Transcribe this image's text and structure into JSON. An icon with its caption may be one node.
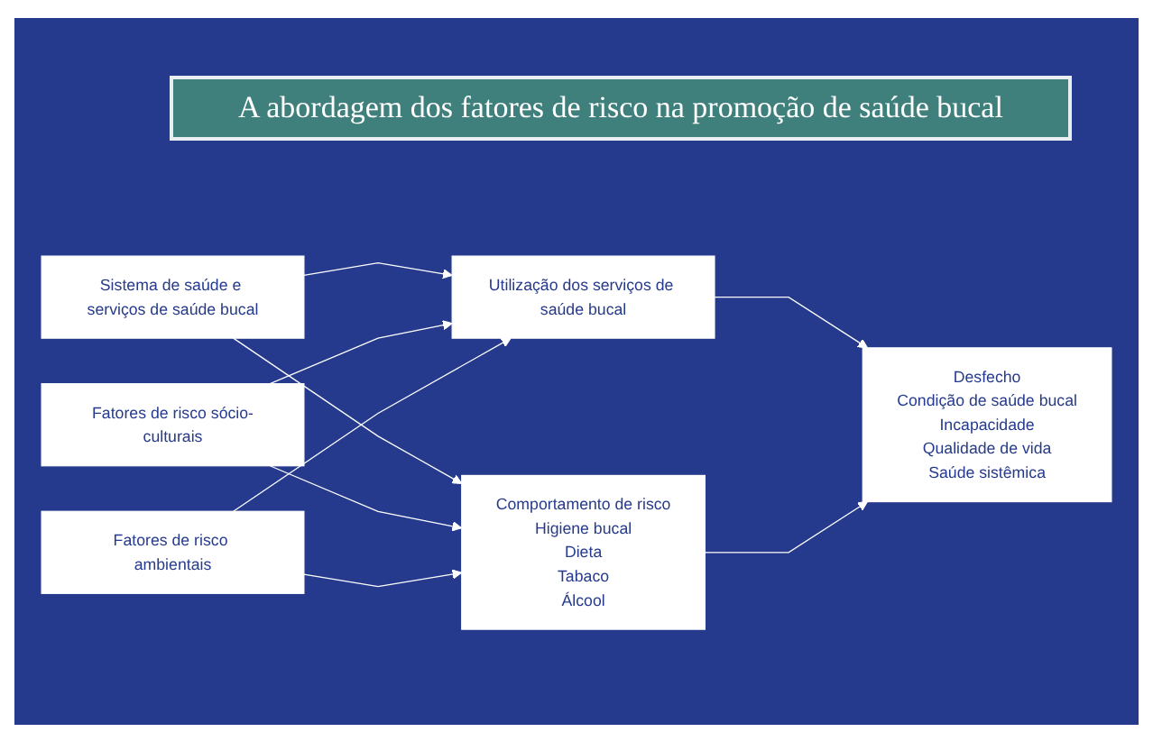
{
  "diagram": {
    "title": "A abordagem dos fatores de risco na promoção de saúde bucal",
    "nodes": [
      {
        "text": [
          "Sistema de saúde e serviços de saúde bucal"
        ]
      },
      {
        "text": [
          "Fatores de risco sócio-culturais"
        ]
      },
      {
        "text": [
          "Fatores de risco ambientais"
        ]
      },
      {
        "text": [
          "Utilização dos serviços de saúde bucal"
        ]
      },
      {
        "text": [
          "Comportamento de risco",
          "Higiene bucal",
          "Dieta",
          "Tabaco",
          "Álcool"
        ]
      },
      {
        "text": [
          "Desfecho",
          "Condição de saúde bucal",
          "Incapacidade",
          "Qualidade de vida",
          "Saúde sistêmica"
        ]
      }
    ],
    "edges": [
      {
        "from": 0,
        "to": 3,
        "arrow": "to"
      },
      {
        "from": 1,
        "to": 3,
        "arrow": "to"
      },
      {
        "from": 2,
        "to": 3,
        "arrow": "to"
      },
      {
        "from": 0,
        "to": 4,
        "arrow": "to"
      },
      {
        "from": 1,
        "to": 4,
        "arrow": "to"
      },
      {
        "from": 2,
        "to": 4,
        "arrow": "to"
      },
      {
        "from": 3,
        "to": 5,
        "arrow": "to"
      },
      {
        "from": 4,
        "to": 5,
        "arrow": "to"
      }
    ]
  }
}
